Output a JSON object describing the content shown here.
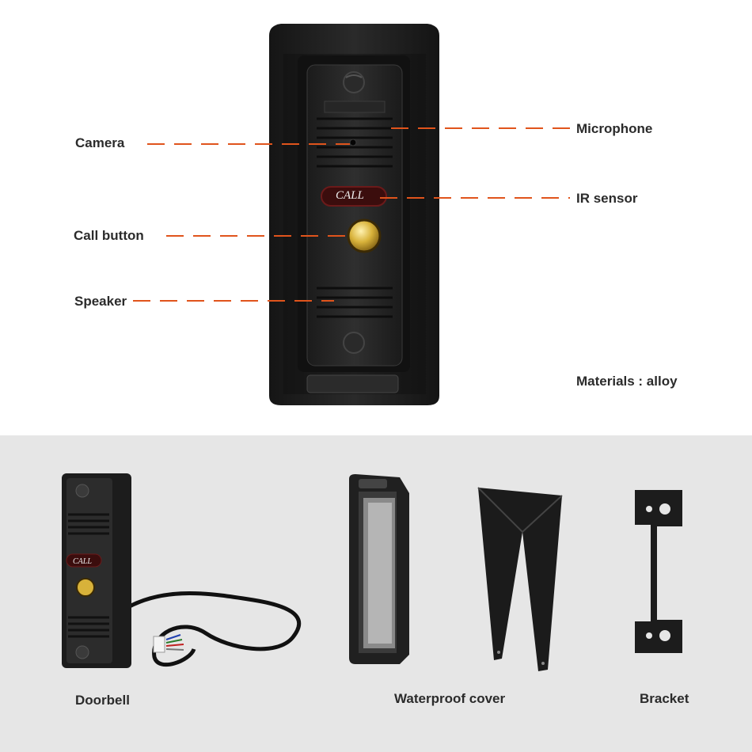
{
  "callouts": {
    "camera": "Camera",
    "call_button": "Call button",
    "speaker": "Speaker",
    "microphone": "Microphone",
    "ir_sensor": "IR sensor"
  },
  "materials": "Materials : alloy",
  "device": {
    "call_text": "CALL"
  },
  "products": {
    "doorbell": "Doorbell",
    "waterproof_cover": "Waterproof cover",
    "bracket": "Bracket"
  },
  "colors": {
    "leader_line": "#e0541c",
    "device_body": "#1e1e1e",
    "bottom_band": "#e6e6e6",
    "button_gold": "#d8b23a"
  }
}
